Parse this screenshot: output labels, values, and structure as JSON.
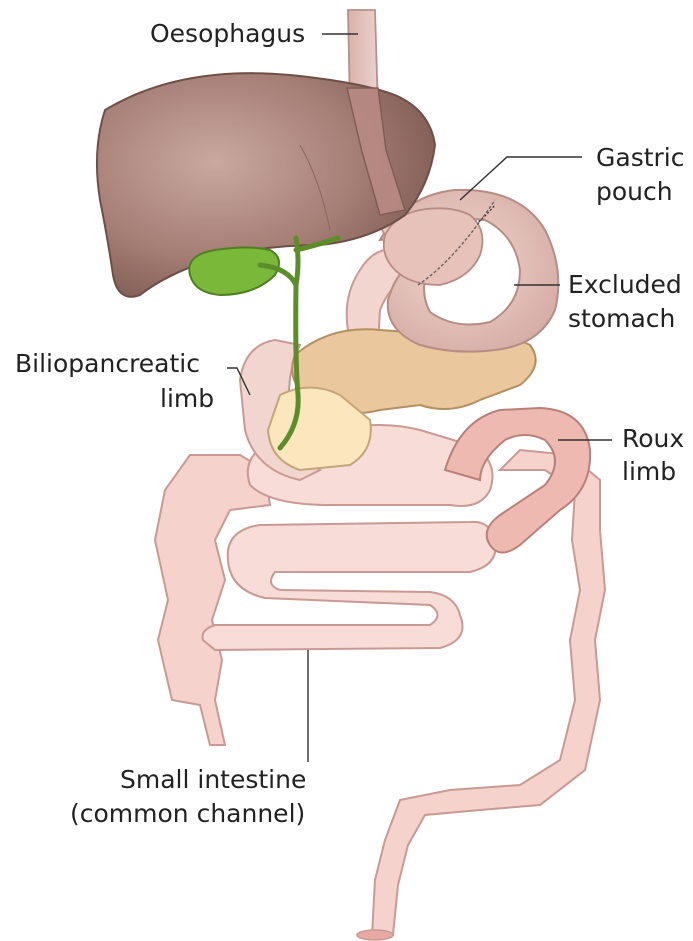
{
  "labels": {
    "oesophagus": "Oesophagus",
    "gastric_pouch": [
      "Gastric",
      "pouch"
    ],
    "excluded_stomach": [
      "Excluded",
      "stomach"
    ],
    "biliopancreatic_limb": [
      "Biliopancreatic",
      "limb"
    ],
    "roux_limb": [
      "Roux",
      "limb"
    ],
    "small_intestine": [
      "Small intestine",
      "(common channel)"
    ]
  },
  "colors": {
    "liver": "#a57e75",
    "liver_dark": "#7e5b52",
    "oesophagus": "#c89d96",
    "stomach": "#dcb6ae",
    "intestine": "#f6d2cc",
    "intestine_edge": "#c89a93",
    "pancreas": "#eac79c",
    "gallbladder": "#7ab83a",
    "duodenum": "#fbe6bd"
  }
}
